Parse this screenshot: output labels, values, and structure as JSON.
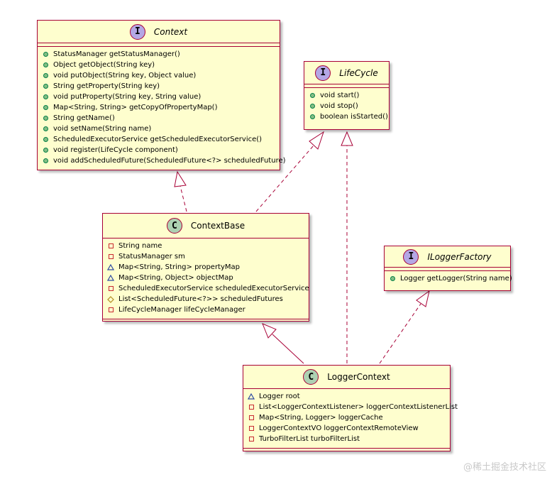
{
  "classes": {
    "context": {
      "kind": "I",
      "name": "Context",
      "methods": [
        "StatusManager getStatusManager()",
        "Object getObject(String key)",
        "void putObject(String key, Object value)",
        "String getProperty(String key)",
        "void putProperty(String key, String value)",
        "Map<String, String> getCopyOfPropertyMap()",
        "String getName()",
        "void setName(String name)",
        "ScheduledExecutorService getScheduledExecutorService()",
        "void register(LifeCycle component)",
        "void addScheduledFuture(ScheduledFuture<?> scheduledFuture)"
      ]
    },
    "lifecycle": {
      "kind": "I",
      "name": "LifeCycle",
      "methods": [
        "void start()",
        "void stop()",
        "boolean isStarted()"
      ]
    },
    "contextbase": {
      "kind": "C",
      "name": "ContextBase",
      "fields": [
        "String name",
        "StatusManager sm",
        "Map<String, String> propertyMap",
        "Map<String, Object> objectMap",
        "ScheduledExecutorService scheduledExecutorService",
        "List<ScheduledFuture<?>> scheduledFutures",
        "LifeCycleManager lifeCycleManager"
      ]
    },
    "iloggerfactory": {
      "kind": "I",
      "name": "ILoggerFactory",
      "methods": [
        "Logger getLogger(String name)"
      ]
    },
    "loggercontext": {
      "kind": "C",
      "name": "LoggerContext",
      "fields": [
        "Logger root",
        "List<LoggerContextListener> loggerContextListenerList",
        "Map<String, Logger> loggerCache",
        "LoggerContextVO loggerContextRemoteView",
        "TurboFilterList turboFilterList"
      ]
    }
  },
  "watermark": "@稀土掘金技术社区",
  "colors": {
    "class_fill": "#fefece",
    "class_border": "#a80036",
    "interface_badge": "#b4a7e5",
    "class_badge": "#add1b2",
    "public_marker": "#84be84",
    "private_marker": "#c82930",
    "package_marker": "#2e4ba2",
    "protected_marker": "#b38d22"
  }
}
